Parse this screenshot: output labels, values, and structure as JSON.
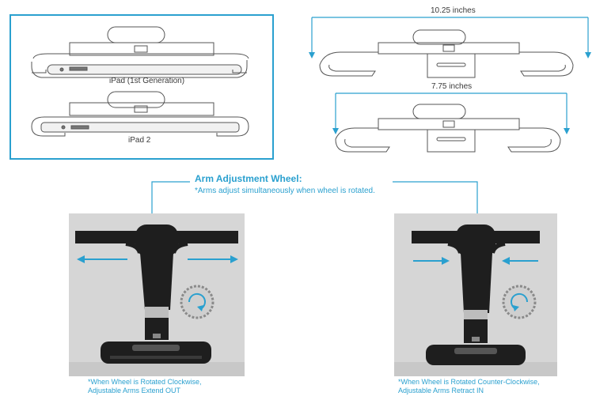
{
  "compatibility": {
    "ipad1_label": "iPad (1st Generation)",
    "ipad2_label": "iPad 2"
  },
  "dimensions": {
    "max_label": "10.25 inches",
    "min_label": "7.75 inches"
  },
  "wheel": {
    "title": "Arm Adjustment Wheel:",
    "subtitle": "*Arms adjust simultaneously when wheel is rotated."
  },
  "captions": {
    "clockwise_line1": "*When Wheel is Rotated Clockwise,",
    "clockwise_line2": "Adjustable Arms Extend OUT",
    "counter_line1": "*When Wheel is Rotated Counter-Clockwise,",
    "counter_line2": "Adjustable Arms Retract IN"
  },
  "colors": {
    "accent": "#2aa0cf",
    "line": "#555555",
    "photo_bg": "#d6d6d6",
    "mount": "#1e1e1e"
  }
}
